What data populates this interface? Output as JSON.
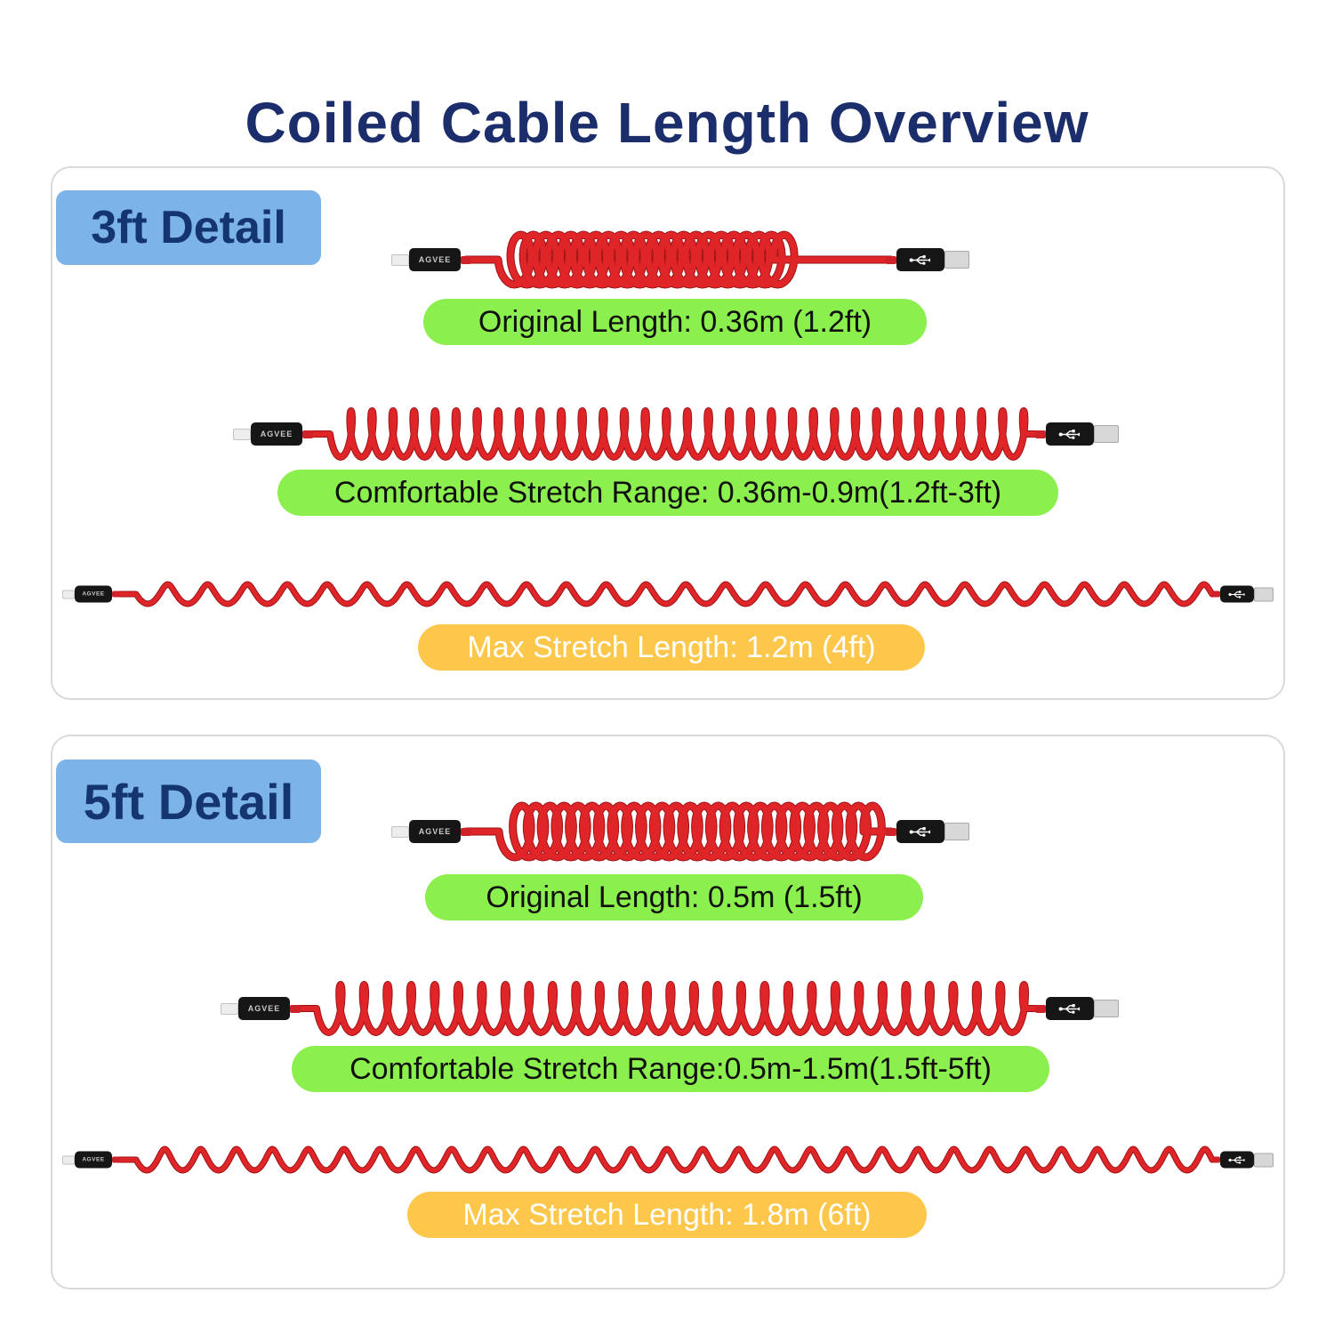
{
  "page": {
    "title": "Coiled Cable Length Overview"
  },
  "brand": "AGVEE",
  "colors": {
    "title": "#1b2e6b",
    "panel_label_bg": "#7cb4e9",
    "panel_label_text": "#14356f",
    "green_pill": "#8bef4e",
    "yellow_pill": "#fdc74c",
    "cable_red": "#e02528"
  },
  "panels": [
    {
      "label": "3ft Detail",
      "rows": [
        {
          "caption": "Original Length: 0.36m (1.2ft)",
          "style": "green",
          "state": "coiled"
        },
        {
          "caption": "Comfortable Stretch Range: 0.36m-0.9m(1.2ft-3ft)",
          "style": "green",
          "state": "comfortable-stretch"
        },
        {
          "caption": "Max Stretch Length: 1.2m (4ft)",
          "style": "yellow",
          "state": "max-stretch"
        }
      ]
    },
    {
      "label": "5ft Detail",
      "rows": [
        {
          "caption": "Original Length: 0.5m (1.5ft)",
          "style": "green",
          "state": "coiled"
        },
        {
          "caption": "Comfortable Stretch Range:0.5m-1.5m(1.5ft-5ft)",
          "style": "green",
          "state": "comfortable-stretch"
        },
        {
          "caption": "Max Stretch Length: 1.8m (6ft)",
          "style": "yellow",
          "state": "max-stretch"
        }
      ]
    }
  ]
}
